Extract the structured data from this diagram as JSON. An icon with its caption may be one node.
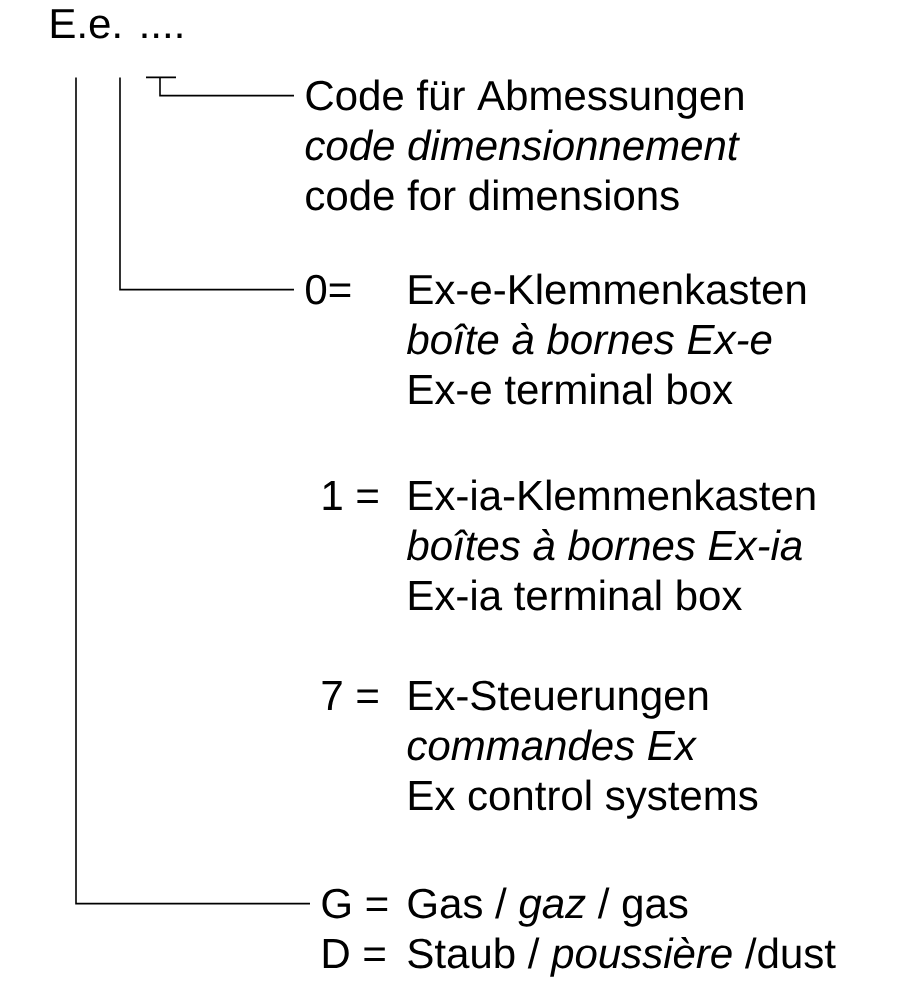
{
  "diagram": {
    "nodes": [
      {
        "text": [
          "E.e. ...."
        ]
      },
      {
        "text": [
          "Code für Abmessungen",
          "code dimensionnement",
          "code for dimensions"
        ]
      },
      {
        "text": [
          "0=",
          "Ex-e-Klemmenkasten",
          "boîte à bornes Ex-e",
          "Ex-e terminal box"
        ]
      },
      {
        "text": [
          "G =",
          "Gas / *gaz* / gas",
          "D =",
          "Staub / *poussière* /dust"
        ]
      }
    ],
    "edges": [
      {
        "from": 0,
        "to": 1,
        "arrow": "none"
      },
      {
        "from": 0,
        "to": 2,
        "arrow": "none"
      },
      {
        "from": 0,
        "to": 3,
        "arrow": "none"
      }
    ],
    "labels": [
      "1 =",
      "Ex-ia-Klemmenkasten",
      "boîtes à bornes Ex-ia",
      "Ex-ia terminal box",
      "7 =",
      "Ex-Steuerungen",
      "commandes Ex",
      "Ex control systems"
    ]
  }
}
